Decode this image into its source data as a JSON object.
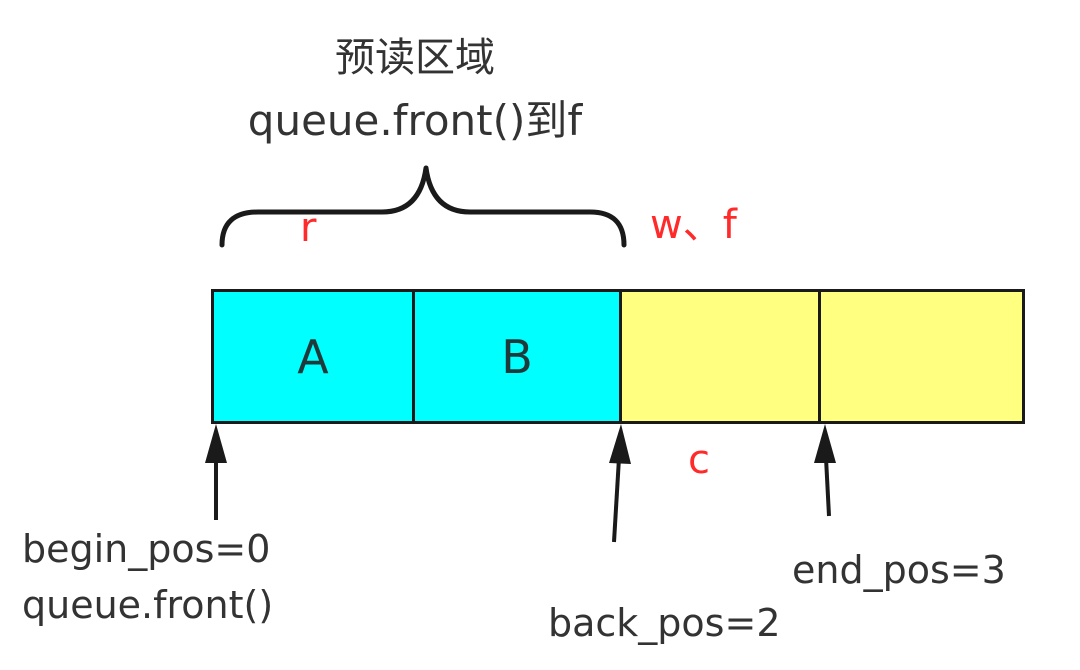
{
  "title_cn": "预读区域",
  "title_code": "queue.front()到f",
  "marker_r": "r",
  "marker_wf": "w、f",
  "marker_c": "c",
  "cells": [
    {
      "label": "A",
      "color": "#00ffff"
    },
    {
      "label": "B",
      "color": "#00ffff"
    },
    {
      "label": "",
      "color": "#ffff80"
    },
    {
      "label": "",
      "color": "#ffff80"
    }
  ],
  "pointers": {
    "begin": {
      "line1": "begin_pos=0",
      "line2": "queue.front()"
    },
    "back": {
      "line1": "back_pos=2"
    },
    "end": {
      "line1": "end_pos=3"
    }
  },
  "colors": {
    "read_region": "#00ffff",
    "free_region": "#ffff80",
    "marker_text": "#ff2a2a",
    "label_text": "#333333"
  }
}
